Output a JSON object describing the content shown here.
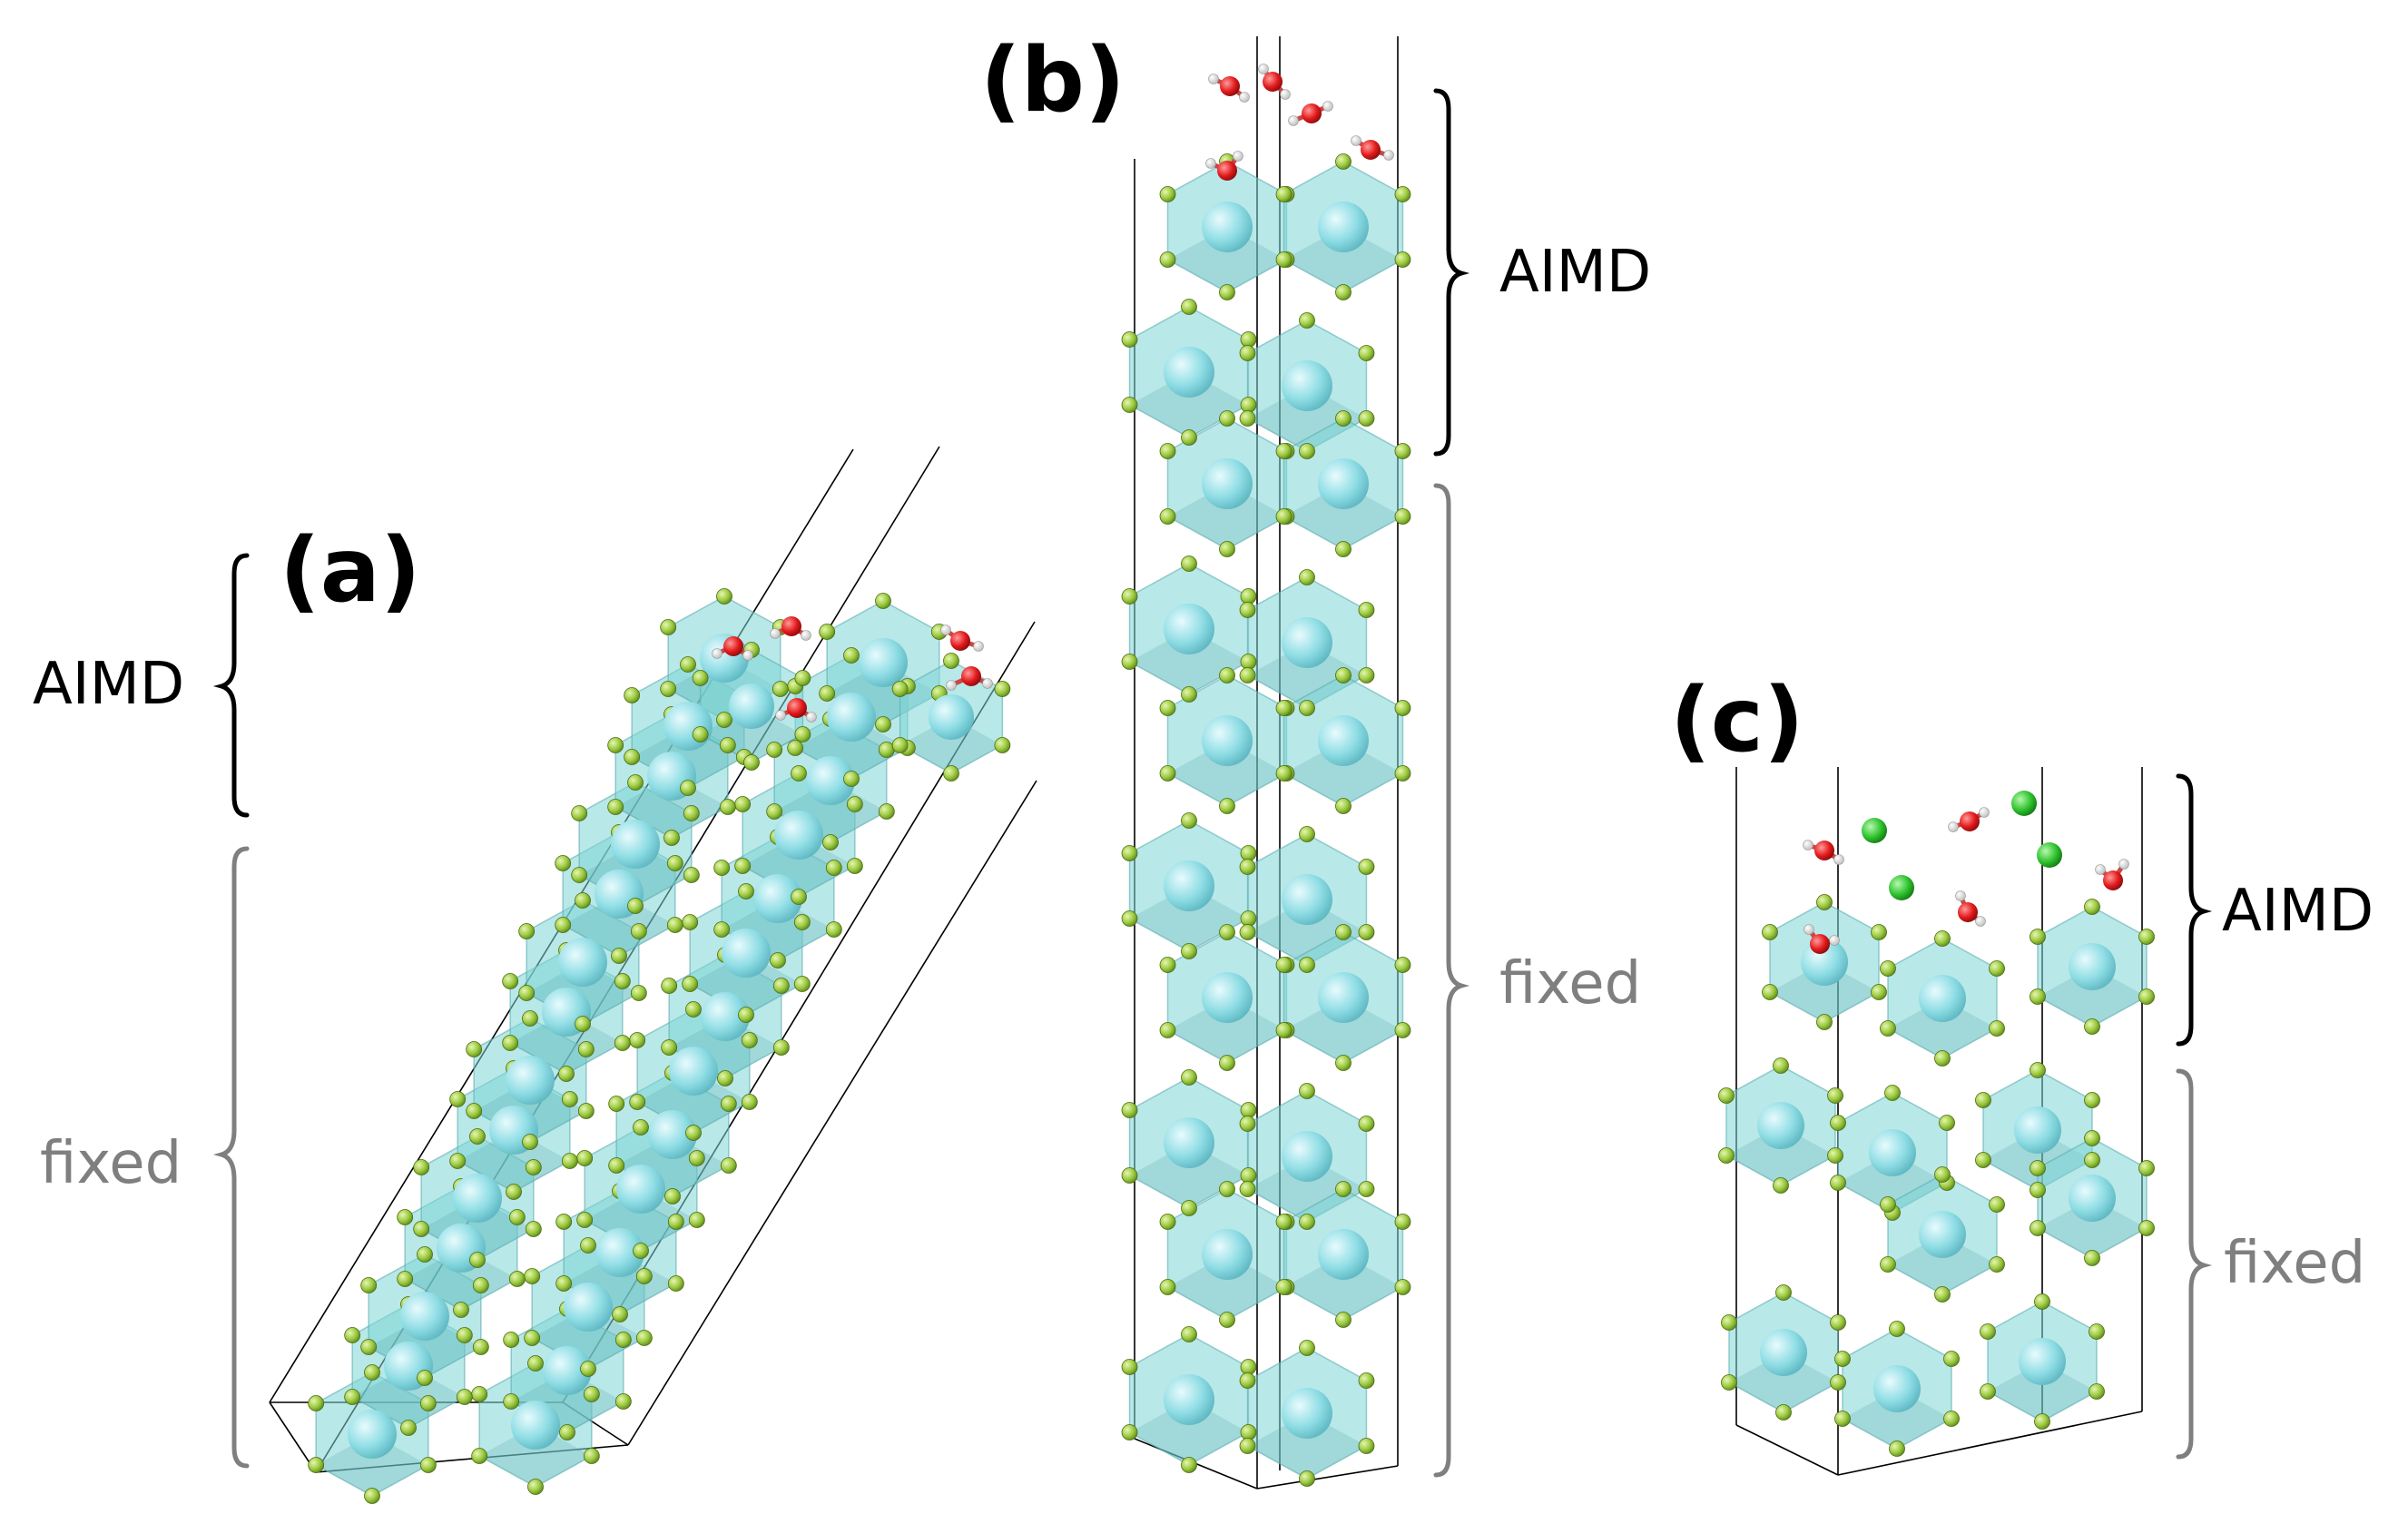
{
  "panels": [
    {
      "label": "(a)",
      "region_labels": {
        "top": "AIMD",
        "bottom": "fixed"
      }
    },
    {
      "label": "(b)",
      "region_labels": {
        "top": "AIMD",
        "bottom": "fixed"
      }
    },
    {
      "label": "(c)",
      "region_labels": {
        "top": "AIMD",
        "bottom": "fixed"
      }
    }
  ],
  "colors": {
    "polyhedron": "#7fd6d6",
    "metal_atom": "#9fe8ee",
    "anion_atom": "#9bc93f",
    "oxygen": "#e31a1c",
    "hydrogen": "#f0f0f0",
    "chloride": "#2fc42f",
    "aimd_text": "#000000",
    "fixed_text": "#7f7f7f"
  }
}
